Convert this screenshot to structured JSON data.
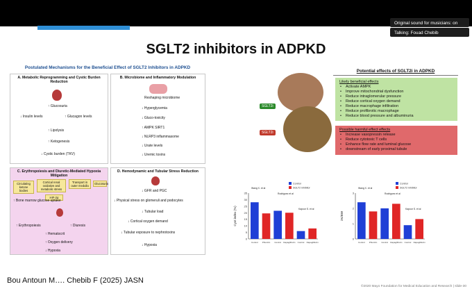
{
  "notifications": [
    {
      "text": "Original sound for musicians: on"
    },
    {
      "text": "Talking: Fouad Chebib"
    }
  ],
  "slide": {
    "title": "SGLT2 inhibitors in ADPKD",
    "citation": "Bou Antoun M…. Chebib F (2025) JASN",
    "footer": "©2020 Mayo Foundation for Medical Education and Research  |  slide-30"
  },
  "left_figure": {
    "title": "Postulated Mechanisms for the Beneficial Effect of SGLT2 Inhibitors in ADPKD",
    "panel_a": {
      "title": "A. Metabolic Reprogramming and Cystic Burden Reduction",
      "items": [
        "Glucosuria",
        "Insulin levels",
        "Glucagon levels",
        "Lipolysis",
        "Ketogenesis",
        "Cystic burden (TKV)"
      ]
    },
    "panel_b": {
      "title": "B. Microbiome and Inflammatory Modulation",
      "items": [
        "Reshaping microbiome",
        "Hyperglycemia",
        "Gluco-toxicity",
        "AMPK SIRT1",
        "NLRP3 inflammasome",
        "Urate levels",
        "Uremic toxins"
      ]
    },
    "panel_c": {
      "title": "C. Erythropoiesis and Diuretic-Mediated Hypoxia Mitigation",
      "boxes": [
        "Circulating ketone bodies",
        "Cortical renal oxidative and metabolic stress",
        "Transport in outer medulla",
        "Glucosuria"
      ],
      "items": [
        "HIF-2α",
        "Bone marrow glucose uptake",
        "Erythropoiesis",
        "Diuresis",
        "Hematocrit",
        "Oxygen delivery",
        "Hypoxia"
      ]
    },
    "panel_d": {
      "title": "D. Hemodynamic and Tubular Stress Reduction",
      "items": [
        "GFR and PGC",
        "Physical stress on glomeruli and podocytes",
        "Tubular load",
        "Cortical oxygen demand",
        "Tubular exposure to nephrotoxins",
        "Hypoxia"
      ]
    }
  },
  "right_figure": {
    "title": "Potential effects of SGLT2i in ADPKD",
    "label_sglt2i": "SGLT2i",
    "beneficial": {
      "heading": "Likely beneficial effects",
      "items": [
        "Activate AMPK",
        "Improve mitochondrial dysfunction",
        "Reduce intraglomerular pressure",
        "Reduce cortical oxygen demand",
        "Reduce macrophage infiltration",
        "Reduce profibrotic macrophage",
        "Reduce blood pressure and albuminuria"
      ]
    },
    "harmful": {
      "heading": "Possible harmful effect effects",
      "items": [
        "Increase vasopressin release",
        "Reduce cytotoxic T cells",
        "Enhance flow rate and luminal glucose",
        "downstream of early proximal tubule"
      ]
    }
  },
  "colors": {
    "control": "#1f3fd6",
    "sglt2": "#e02626",
    "beneficial_bg": "#bfe3a3",
    "harmful_bg": "#e0696b",
    "panel_c_bg": "#f4d4ee"
  },
  "chart_data": [
    {
      "type": "bar",
      "ylabel": "Cyst index (%)",
      "ylim": [
        0,
        35
      ],
      "yticks": [
        "0",
        "5",
        "10",
        "15",
        "20",
        "25",
        "30",
        "35"
      ],
      "legend": [
        "Control",
        "SGLT2 inhibitor"
      ],
      "annotations": [
        "Wang X. et al",
        "Rodriguez et al",
        "Kapoor S. et al"
      ],
      "categories": [
        "Control",
        "Phlorizin",
        "Control",
        "Dapagliflozin",
        "Control",
        "Dapagliflozin"
      ],
      "values": [
        28,
        19.5,
        21.5,
        20,
        6,
        8
      ],
      "series_index": [
        0,
        1,
        0,
        1,
        0,
        1
      ]
    },
    {
      "type": "bar",
      "ylabel": "2K/BW",
      "ylim": [
        0,
        3
      ],
      "yticks": [
        "0",
        "1",
        "2",
        "3"
      ],
      "legend": [
        "Control",
        "SGLT2 inhibitor"
      ],
      "annotations": [
        "Wang X. et al",
        "Rodriguez et al",
        "Kapoor S. et al"
      ],
      "categories": [
        "Control",
        "Phlorizin",
        "Control",
        "Dapagliflozin",
        "Control",
        "Dapagliflozin"
      ],
      "values": [
        2.4,
        1.8,
        2.0,
        2.3,
        0.9,
        1.3
      ],
      "series_index": [
        0,
        1,
        0,
        1,
        0,
        1
      ]
    }
  ]
}
